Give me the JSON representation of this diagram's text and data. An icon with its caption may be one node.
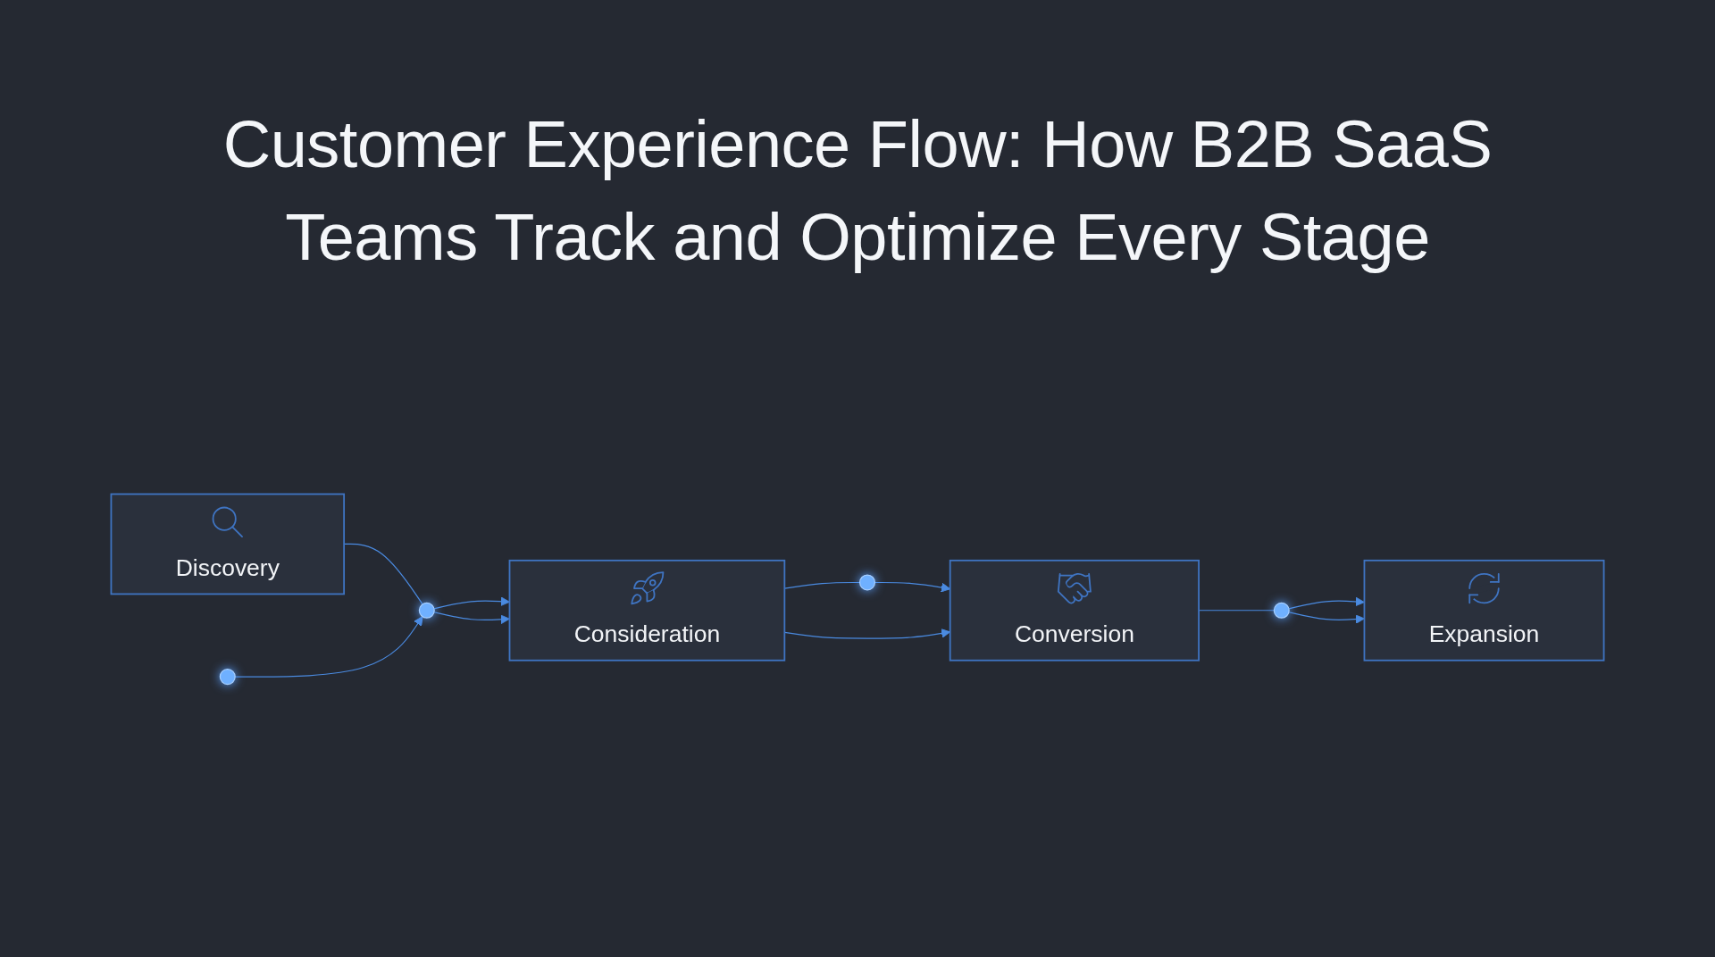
{
  "diagram": {
    "title": "Customer Experience Flow: How B2B SaaS Teams Track and Optimize Every Stage",
    "nodes": [
      {
        "text": [
          "Discovery"
        ]
      },
      {
        "text": [],
        "shape": "circle"
      },
      {
        "text": [
          "Consideration"
        ]
      },
      {
        "text": [],
        "shape": "circle"
      },
      {
        "text": [
          "Conversion"
        ]
      },
      {
        "text": [],
        "shape": "circle"
      },
      {
        "text": [
          "Expansion"
        ]
      },
      {
        "text": [],
        "shape": "circle"
      }
    ],
    "edges": [
      {
        "from": 0,
        "to": 1,
        "arrow": "none"
      },
      {
        "from": 1,
        "to": 2,
        "arrow": "to"
      },
      {
        "from": 1,
        "to": 2,
        "arrow": "to"
      },
      {
        "from": 7,
        "to": 1,
        "arrow": "to"
      },
      {
        "from": 2,
        "to": 3,
        "arrow": "none"
      },
      {
        "from": 3,
        "to": 4,
        "arrow": "to"
      },
      {
        "from": 2,
        "to": 4,
        "arrow": "to"
      },
      {
        "from": 4,
        "to": 5,
        "arrow": "none"
      },
      {
        "from": 5,
        "to": 6,
        "arrow": "to"
      },
      {
        "from": 5,
        "to": 6,
        "arrow": "to"
      }
    ]
  }
}
